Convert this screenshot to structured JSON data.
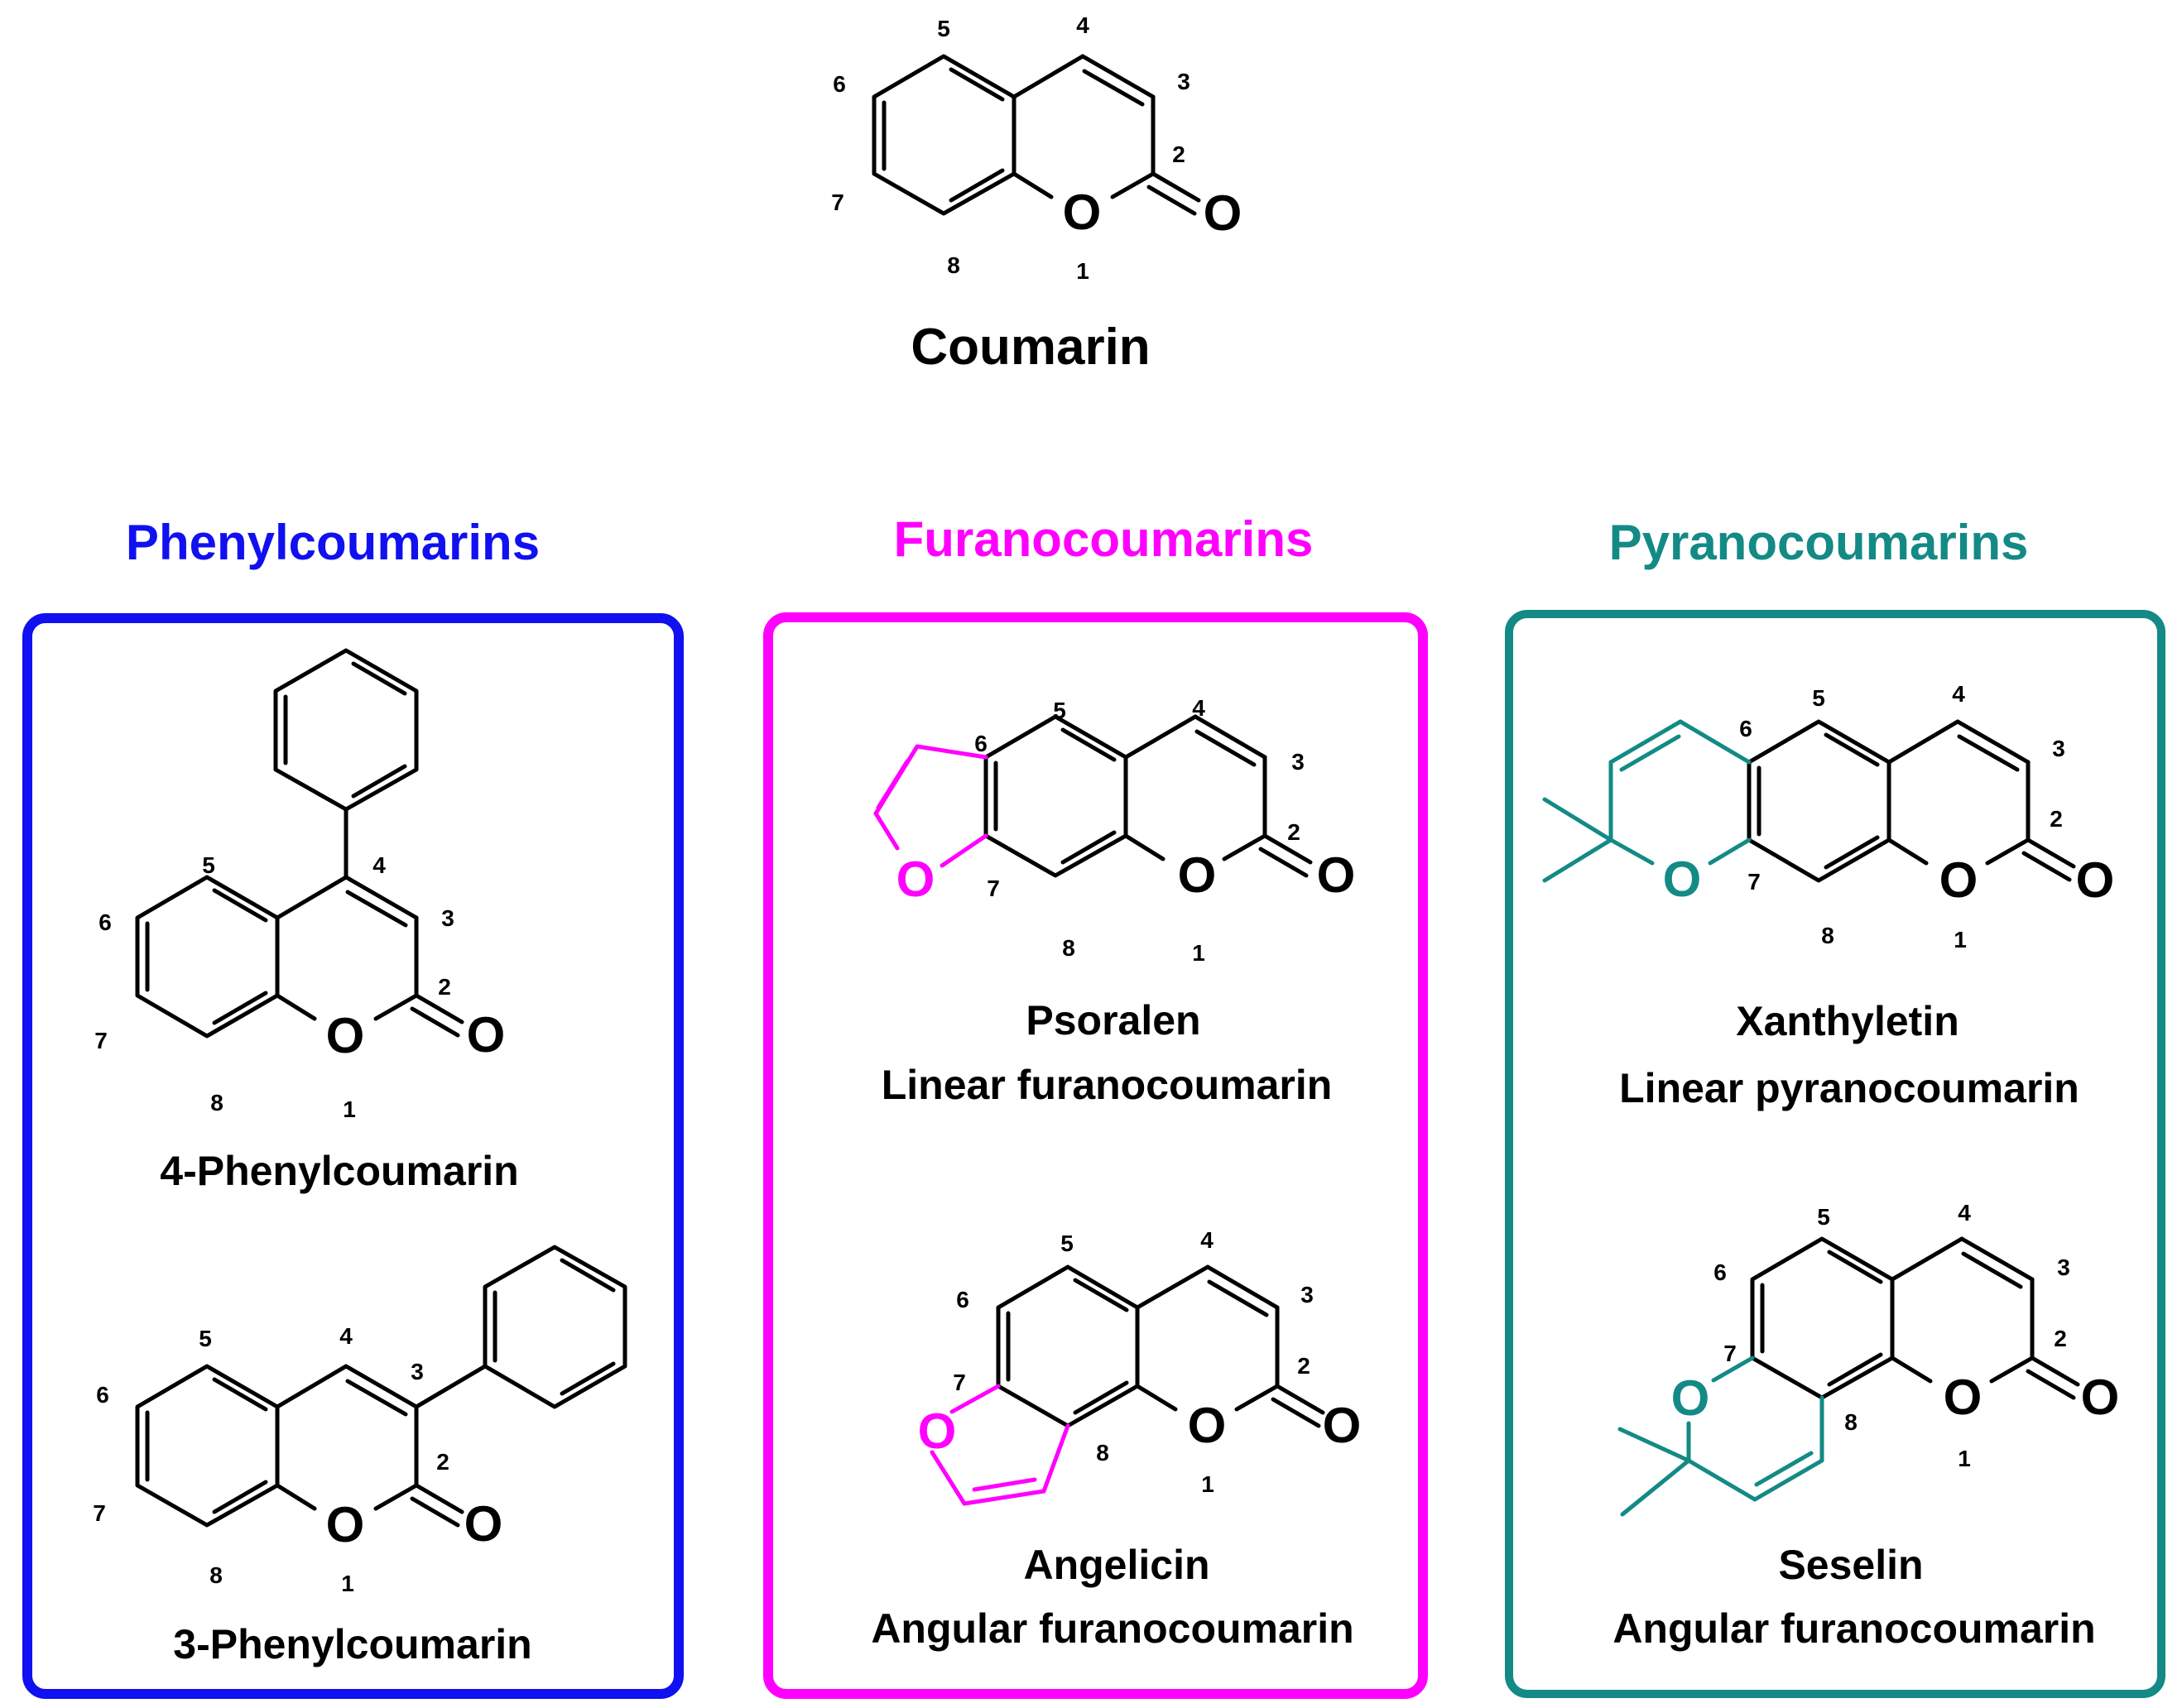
{
  "colors": {
    "phenyl": "#1010f0",
    "furano": "#ff00ff",
    "pyrano": "#138a85",
    "black": "#000000"
  },
  "top": {
    "title": "Coumarin",
    "atom_o": "O",
    "atom_carbonyl_o": "O",
    "numbers": [
      "1",
      "2",
      "3",
      "4",
      "5",
      "6",
      "7",
      "8"
    ]
  },
  "panels": [
    {
      "heading": "Phenylcoumarins",
      "compounds": [
        {
          "name": "4-Phenylcoumarin",
          "subtitle": ""
        },
        {
          "name": "3-Phenylcoumarin",
          "subtitle": ""
        }
      ]
    },
    {
      "heading": "Furanocoumarins",
      "compounds": [
        {
          "name": "Psoralen",
          "subtitle": "Linear furanocoumarin"
        },
        {
          "name": "Angelicin",
          "subtitle": "Angular furanocoumarin"
        }
      ]
    },
    {
      "heading": "Pyranocoumarins",
      "compounds": [
        {
          "name": "Xanthyletin",
          "subtitle": "Linear pyranocoumarin"
        },
        {
          "name": "Seselin",
          "subtitle": "Angular furanocoumarin"
        }
      ]
    }
  ]
}
